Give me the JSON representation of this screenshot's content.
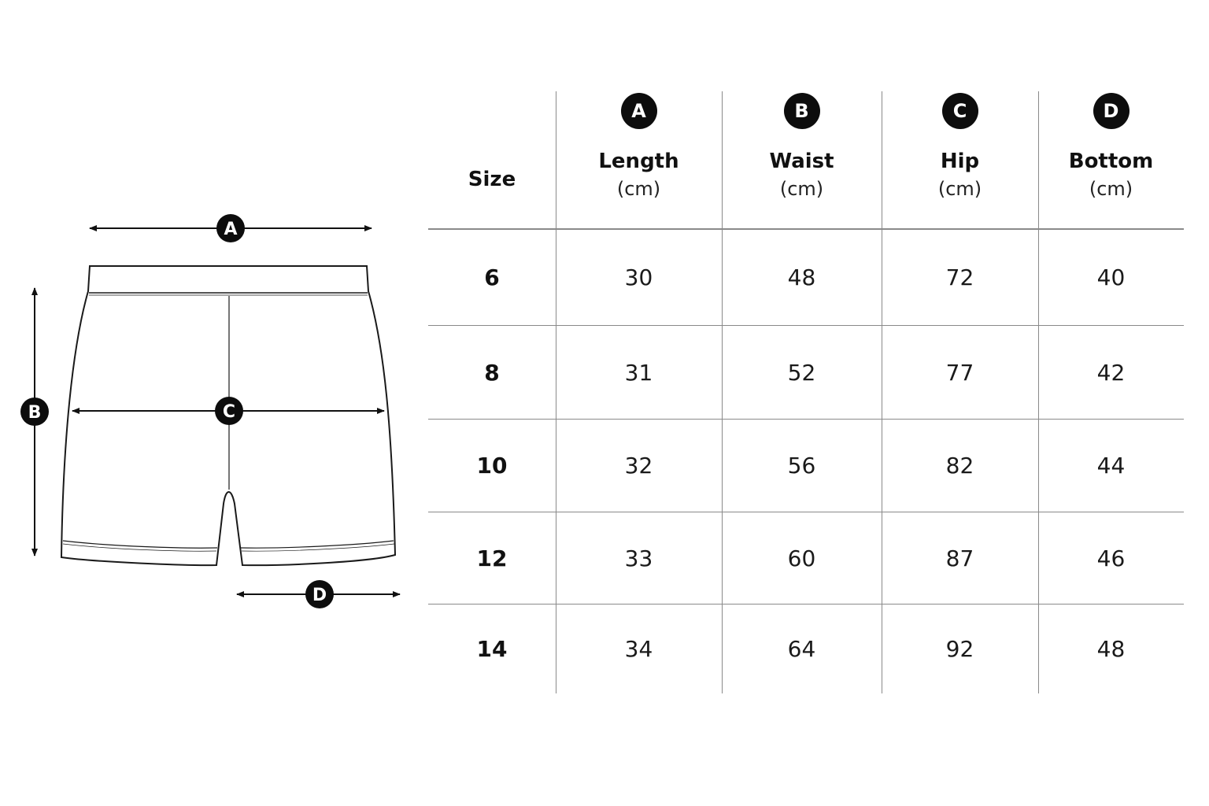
{
  "markers": {
    "length": "A",
    "waist": "B",
    "hip": "C",
    "bottom": "D"
  },
  "table": {
    "size_header": "Size",
    "columns": [
      {
        "marker": "A",
        "label": "Length",
        "unit": "(cm)"
      },
      {
        "marker": "B",
        "label": "Waist",
        "unit": "(cm)"
      },
      {
        "marker": "C",
        "label": "Hip",
        "unit": "(cm)"
      },
      {
        "marker": "D",
        "label": "Bottom",
        "unit": "(cm)"
      }
    ],
    "rows": [
      {
        "size": "6",
        "values": [
          "30",
          "48",
          "72",
          "40"
        ]
      },
      {
        "size": "8",
        "values": [
          "31",
          "52",
          "77",
          "42"
        ]
      },
      {
        "size": "10",
        "values": [
          "32",
          "56",
          "82",
          "44"
        ]
      },
      {
        "size": "12",
        "values": [
          "33",
          "60",
          "87",
          "46"
        ]
      },
      {
        "size": "14",
        "values": [
          "34",
          "64",
          "92",
          "48"
        ]
      }
    ]
  }
}
